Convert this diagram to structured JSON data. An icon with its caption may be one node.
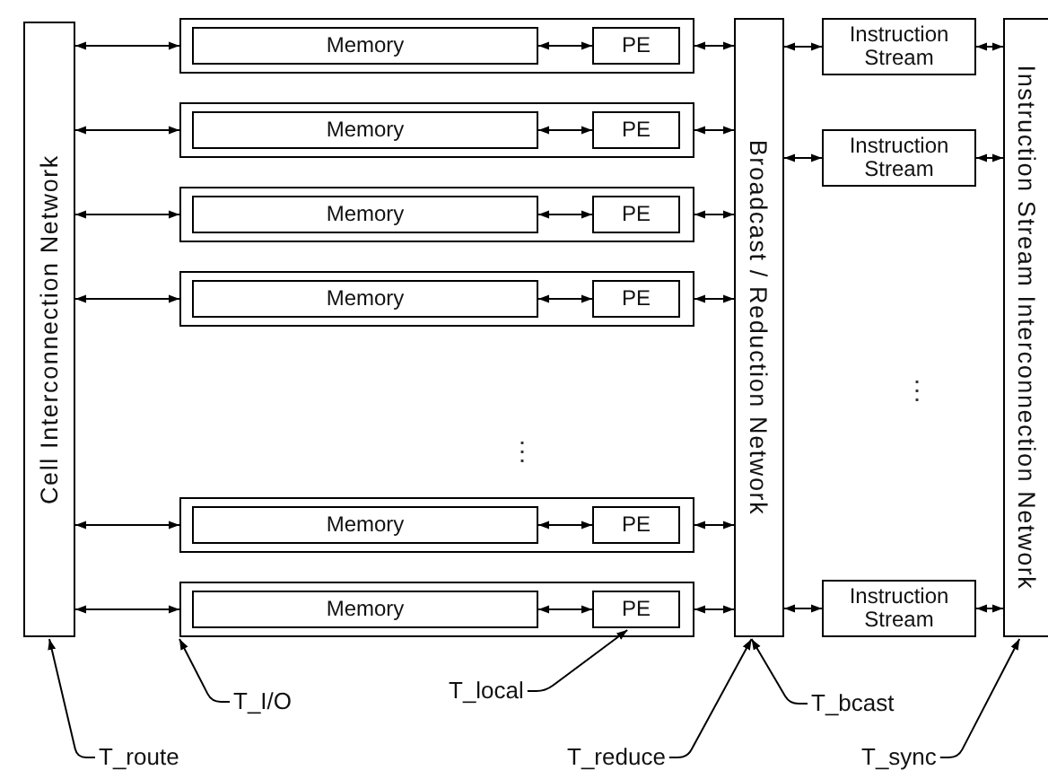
{
  "diagram": {
    "nodes": [
      {
        "text": [
          "Cell Interconnection Network"
        ]
      },
      {
        "text": [],
        "shape": "box"
      },
      {
        "text": [
          "Memory"
        ],
        "in": 1
      },
      {
        "text": [
          "PE"
        ],
        "in": 1
      },
      {
        "text": [],
        "shape": "box"
      },
      {
        "text": [
          "Memory"
        ],
        "in": 4
      },
      {
        "text": [
          "PE"
        ],
        "in": 4
      },
      {
        "text": [],
        "shape": "box"
      },
      {
        "text": [
          "Memory"
        ],
        "in": 7
      },
      {
        "text": [
          "PE"
        ],
        "in": 7
      },
      {
        "text": [],
        "shape": "box"
      },
      {
        "text": [
          "Memory"
        ],
        "in": 10
      },
      {
        "text": [
          "PE"
        ],
        "in": 10
      },
      {
        "text": [],
        "shape": "box"
      },
      {
        "text": [
          "Memory"
        ],
        "in": 13
      },
      {
        "text": [
          "PE"
        ],
        "in": 13
      },
      {
        "text": [],
        "shape": "box"
      },
      {
        "text": [
          "Memory"
        ],
        "in": 16
      },
      {
        "text": [
          "PE"
        ],
        "in": 16
      },
      {
        "text": [
          "Broadcast / Reduction Network"
        ]
      },
      {
        "text": [
          "Instruction Stream"
        ]
      },
      {
        "text": [
          "Instruction Stream"
        ]
      },
      {
        "text": [
          "Instruction Stream"
        ]
      },
      {
        "text": [
          "Instruction Stream Interconnection Network"
        ]
      },
      {
        "text": [
          "T_route"
        ]
      },
      {
        "text": [
          "T_I/O"
        ]
      },
      {
        "text": [
          "T_local"
        ]
      },
      {
        "text": [
          "T_reduce"
        ]
      },
      {
        "text": [
          "T_bcast"
        ]
      },
      {
        "text": [
          "T_sync"
        ]
      }
    ],
    "edges": [
      {
        "from": 0,
        "to": 1,
        "arrow": "both"
      },
      {
        "from": 2,
        "to": 3,
        "arrow": "both"
      },
      {
        "from": 1,
        "to": 19,
        "arrow": "both"
      },
      {
        "from": 0,
        "to": 4,
        "arrow": "both"
      },
      {
        "from": 5,
        "to": 6,
        "arrow": "both"
      },
      {
        "from": 4,
        "to": 19,
        "arrow": "both"
      },
      {
        "from": 0,
        "to": 7,
        "arrow": "both"
      },
      {
        "from": 8,
        "to": 9,
        "arrow": "both"
      },
      {
        "from": 7,
        "to": 19,
        "arrow": "both"
      },
      {
        "from": 0,
        "to": 10,
        "arrow": "both"
      },
      {
        "from": 11,
        "to": 12,
        "arrow": "both"
      },
      {
        "from": 10,
        "to": 19,
        "arrow": "both"
      },
      {
        "from": 0,
        "to": 13,
        "arrow": "both"
      },
      {
        "from": 14,
        "to": 15,
        "arrow": "both"
      },
      {
        "from": 13,
        "to": 19,
        "arrow": "both"
      },
      {
        "from": 0,
        "to": 16,
        "arrow": "both"
      },
      {
        "from": 17,
        "to": 18,
        "arrow": "both"
      },
      {
        "from": 16,
        "to": 19,
        "arrow": "both"
      },
      {
        "from": 19,
        "to": 20,
        "arrow": "both"
      },
      {
        "from": 20,
        "to": 23,
        "arrow": "both"
      },
      {
        "from": 19,
        "to": 21,
        "arrow": "both"
      },
      {
        "from": 21,
        "to": 23,
        "arrow": "both"
      },
      {
        "from": 19,
        "to": 22,
        "arrow": "both"
      },
      {
        "from": 22,
        "to": 23,
        "arrow": "both"
      },
      {
        "from": 24,
        "to": 0,
        "arrow": "to"
      },
      {
        "from": 25,
        "to": 16,
        "arrow": "to"
      },
      {
        "from": 26,
        "to": 18,
        "arrow": "to"
      },
      {
        "from": 27,
        "to": 19,
        "arrow": "to"
      },
      {
        "from": 28,
        "to": 19,
        "arrow": "to"
      },
      {
        "from": 29,
        "to": 23,
        "arrow": "to"
      }
    ],
    "labels": [
      "⋮",
      "⋮"
    ]
  }
}
